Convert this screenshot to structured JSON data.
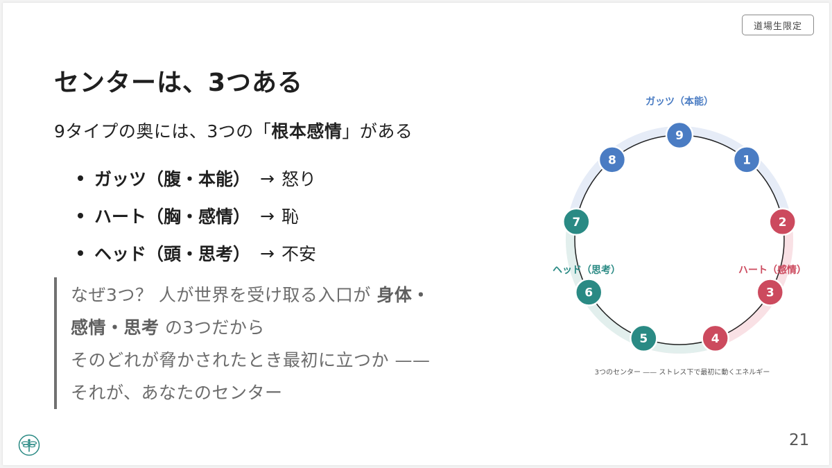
{
  "badge": "道場生限定",
  "title": "センターは、3つある",
  "subtitle": {
    "prefix": "9タイプの奥には、3つの「",
    "bold": "根本感情",
    "suffix": "」がある"
  },
  "bullets": [
    {
      "label": "ガッツ（腹・本能）",
      "arrow": "→",
      "emotion": "怒り"
    },
    {
      "label": "ハート（胸・感情）",
      "arrow": "→",
      "emotion": "恥"
    },
    {
      "label": "ヘッド（頭・思考）",
      "arrow": "→",
      "emotion": "不安"
    }
  ],
  "quote": {
    "line1_text": "なぜ3つ？ 人が世界を受け取る入口が ",
    "line1_bold": "身体・",
    "line2_bold": "感情・思考",
    "line2_text": " の3つだから",
    "line3": "そのどれが脅かされたとき最初に立つか ——",
    "line4": "それが、あなたのセンター"
  },
  "diagram": {
    "gut_label": "ガッツ（本能）",
    "heart_label": "ハート（感情）",
    "head_label": "ヘッド（思考）",
    "caption": "3つのセンター —— ストレス下で最初に動くエネルギー",
    "nodes": [
      "9",
      "1",
      "2",
      "3",
      "4",
      "5",
      "6",
      "7",
      "8"
    ],
    "colors": {
      "gut": "#4a7cc3",
      "heart": "#cc4a5e",
      "head": "#2a8a84",
      "gut_band": "#e6ecf7",
      "heart_band": "#f9e1e5",
      "head_band": "#e2efed"
    }
  },
  "page_number": "21"
}
